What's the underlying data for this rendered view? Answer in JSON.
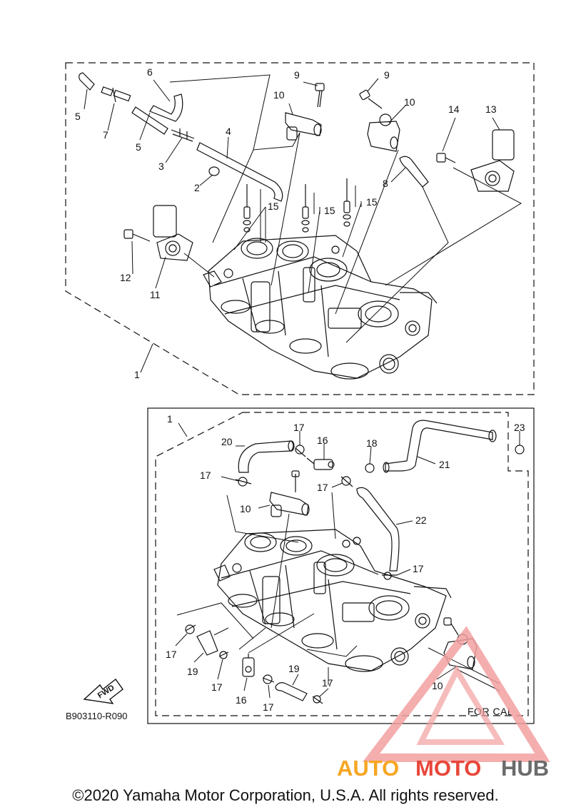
{
  "labels": {
    "c1": "1",
    "c2": "2",
    "c3": "3",
    "c4": "4",
    "c5": "5",
    "c6": "6",
    "c7": "7",
    "c8": "8",
    "c9": "9",
    "c10": "10",
    "c11": "11",
    "c12": "12",
    "c13": "13",
    "c14": "14",
    "c15": "15",
    "c16": "16",
    "c17": "17",
    "c18": "18",
    "c19": "19",
    "c20": "20",
    "c21": "21",
    "c22": "22",
    "c23": "23"
  },
  "diagram_code": "B903110-R090",
  "for_cal": "FOR CAL",
  "fwd": "FWD",
  "copyright": "©2020 Yamaha Motor Corporation, U.S.A. All rights reserved.",
  "watermark": {
    "part1": "AUTO",
    "part2": "MOTO",
    "part3": "HUB"
  },
  "colors": {
    "line": "#111111",
    "watermark_orange": "#f6a623",
    "watermark_red": "#e8463a",
    "watermark_gray": "#6b6b6b",
    "watermark_pink": "#f2a0a0"
  }
}
